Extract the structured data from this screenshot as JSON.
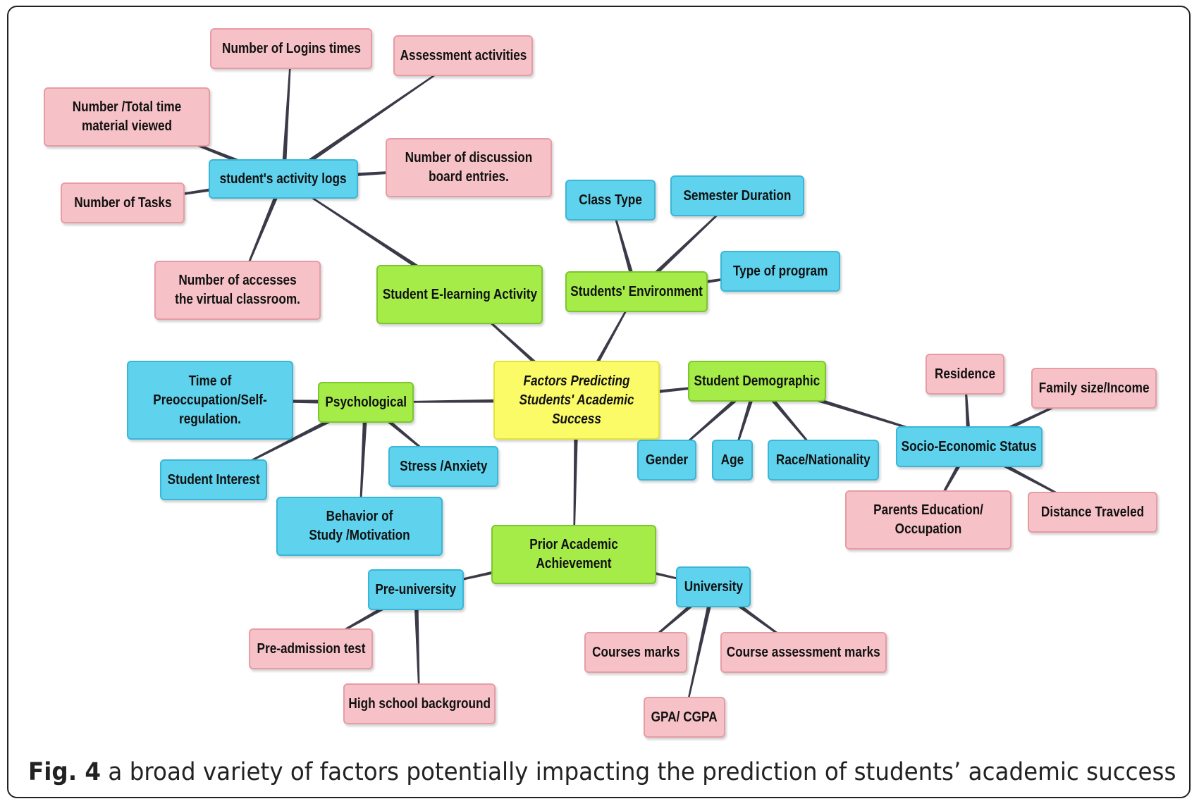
{
  "diagram": {
    "center": "Factors Predicting Students' Academic Success",
    "categories": {
      "elearning": "Student E-learning Activity",
      "environment": "Students' Environment",
      "demographic": "Student Demographic",
      "psychological": "Psychological",
      "prior": "Prior Academic Achievement"
    },
    "elearning_children": {
      "activity_logs": "student's activity logs",
      "logins": "Number of Logins times",
      "assessment": "Assessment activities",
      "material": "Number /Total time material viewed",
      "discussion": "Number of discussion board entries.",
      "tasks": "Number of Tasks",
      "accesses": "Number of accesses the virtual classroom."
    },
    "environment_children": {
      "class_type": "Class Type",
      "semester": "Semester Duration",
      "program": "Type of program"
    },
    "demographic_children": {
      "gender": "Gender",
      "age": "Age",
      "race": "Race/Nationality",
      "ses": "Socio-Economic Status",
      "residence": "Residence",
      "family": "Family size/Income",
      "parents": "Parents Education/ Occupation",
      "distance": "Distance Traveled"
    },
    "psychological_children": {
      "preoccupation": "Time of Preoccupation/Self-regulation.",
      "interest": "Student Interest",
      "behavior": "Behavior of Study /Motivation",
      "stress": "Stress /Anxiety"
    },
    "prior_children": {
      "pre_university": "Pre-university",
      "pre_admission": "Pre-admission test",
      "high_school": "High school background",
      "university": "University",
      "courses_marks": "Courses marks",
      "course_assessment": "Course assessment marks",
      "gpa": "GPA/ CGPA"
    }
  },
  "caption": {
    "label": "Fig. 4",
    "text": "a broad variety of factors potentially impacting the prediction of students’ academic success"
  },
  "colors": {
    "leaf": "#f7c2c7",
    "subfactor": "#5fd3ee",
    "category": "#a5ec49",
    "center": "#fbfb68",
    "connector": "#3a3a48"
  }
}
